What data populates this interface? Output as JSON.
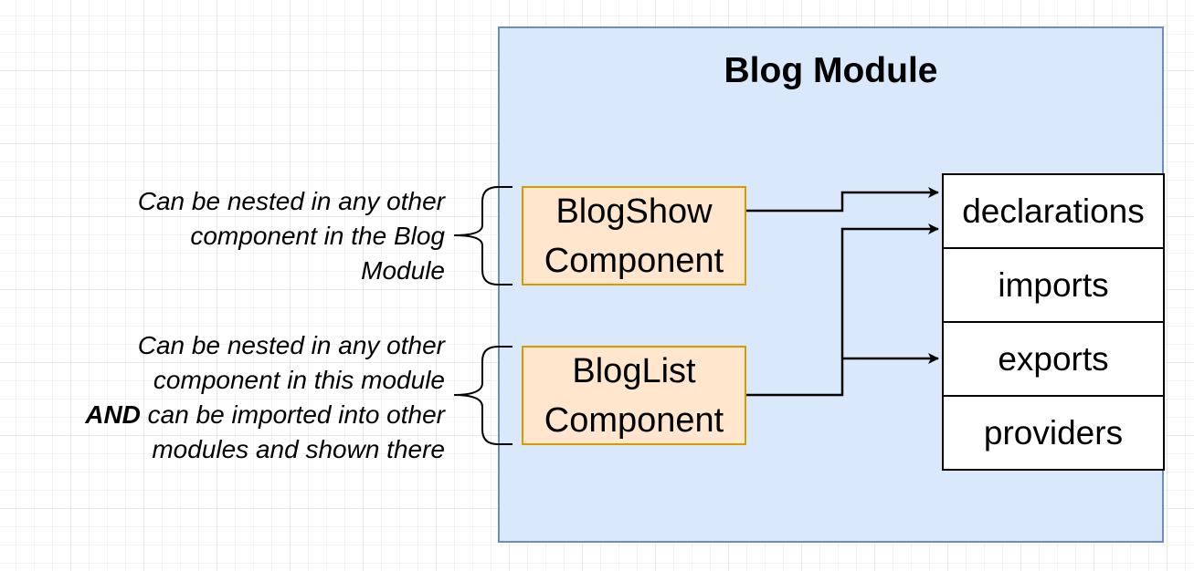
{
  "module": {
    "title": "Blog Module"
  },
  "components": {
    "blogshow": "BlogShow\nComponent",
    "bloglist": "BlogList\nComponent"
  },
  "ngmodule_properties": [
    "declarations",
    "imports",
    "exports",
    "providers"
  ],
  "annotations": {
    "blogshow": {
      "line1": "Can be nested in any other",
      "line2": "component in the Blog",
      "line3": "Module"
    },
    "bloglist": {
      "line1": "Can be nested in any other",
      "line2": "component in this module",
      "line3_bold": "AND",
      "line3_rest": " can be imported into other",
      "line4": "modules and shown there"
    }
  },
  "colors": {
    "module_fill": "#dae8fc",
    "module_stroke": "#6c8ebf",
    "component_fill": "#ffe6cc",
    "component_stroke": "#d79b00"
  }
}
